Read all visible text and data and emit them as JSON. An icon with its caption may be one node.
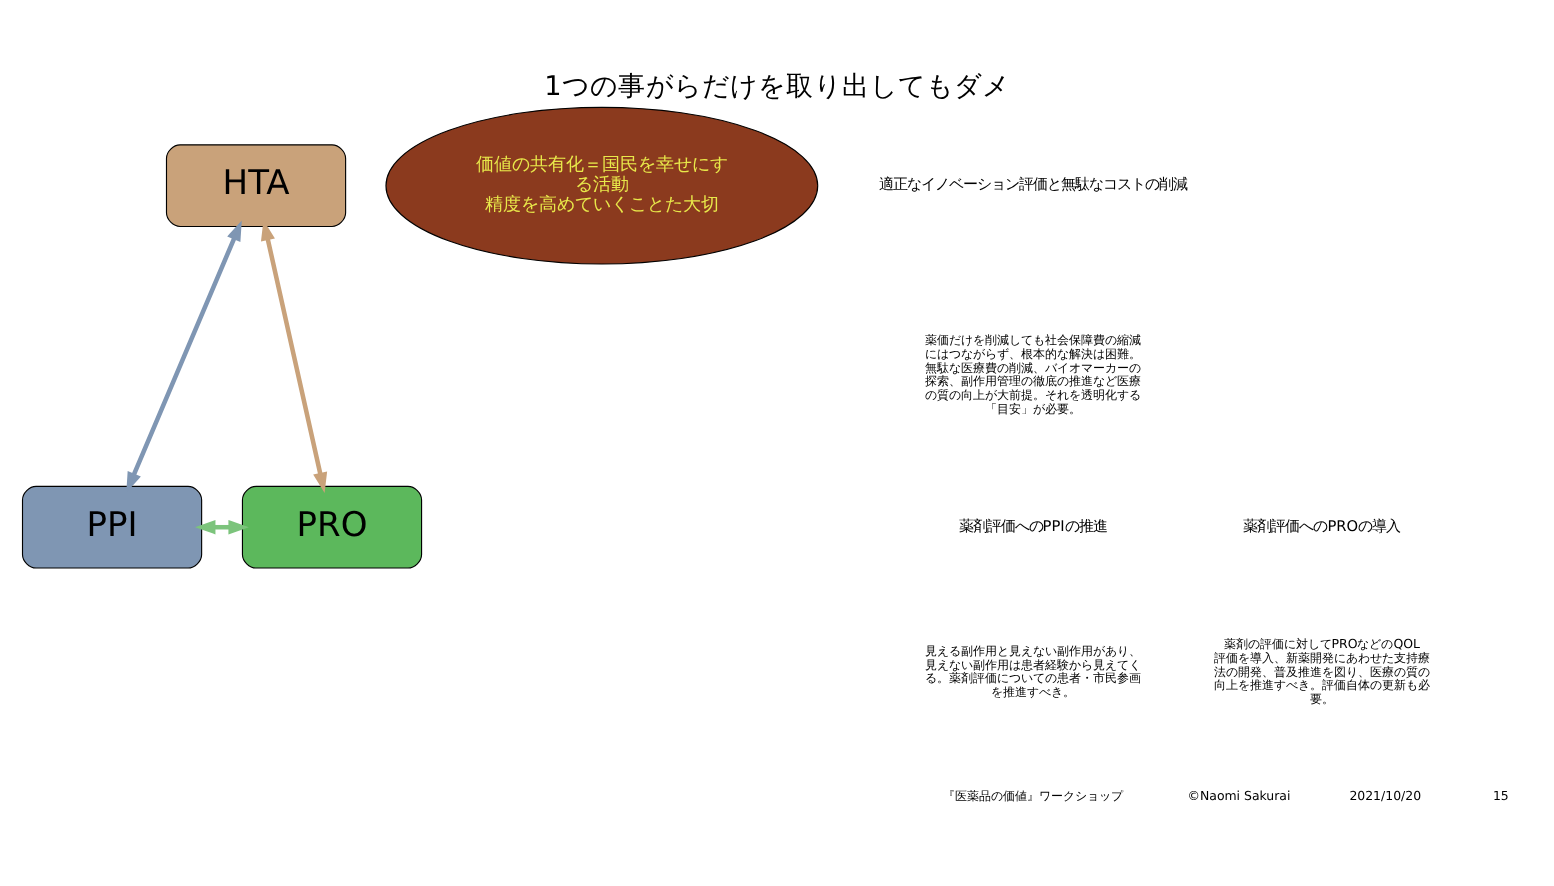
{
  "diagram": {
    "title": "1つの事がらだけを取り出してもダメ",
    "nodes": [
      {
        "text": [
          "HTA"
        ]
      },
      {
        "text": [
          "PPI"
        ]
      },
      {
        "text": [
          "PRO"
        ]
      },
      {
        "text": [
          "価値の共有化＝国民を幸せにする活動",
          "精度を高めていくことた大切"
        ]
      }
    ],
    "edges": [
      {
        "from": 0,
        "to": 1,
        "arrow": "both",
        "color": "#7f96b3"
      },
      {
        "from": 0,
        "to": 2,
        "arrow": "both",
        "color": "#c9a27a"
      },
      {
        "from": 1,
        "to": 2,
        "arrow": "both",
        "color": "#7cc47c"
      }
    ],
    "labels": [
      "適正なイノベーション評価と無駄なコストの削減",
      "薬価だけを削減しても社会保障費の縮減にはつながらず、根本的な解決は困難。無駄な医療費の削減、バイオマーカーの探索、副作用管理の徹底の推進など医療の質の向上が大前提。それを透明化する「目安」が必要。",
      "薬剤評価へのPPIの推進",
      "見える副作用と見えない副作用があり、見えない副作用は患者経験から見えてくる。薬剤評価についての患者・市民参画を推進すべき。",
      "薬剤評価へのPROの導入",
      "薬剤の評価に対してPROなどのQOL評価を導入、新薬開発にあわせた支持療法の開発、普及推進を図り、医療の質の向上を推進すべき。評価自体の更新も必要。",
      "『医薬品の価値』ワークショップ",
      "©Naomi Sakurai",
      "2021/10/20",
      "15"
    ]
  }
}
